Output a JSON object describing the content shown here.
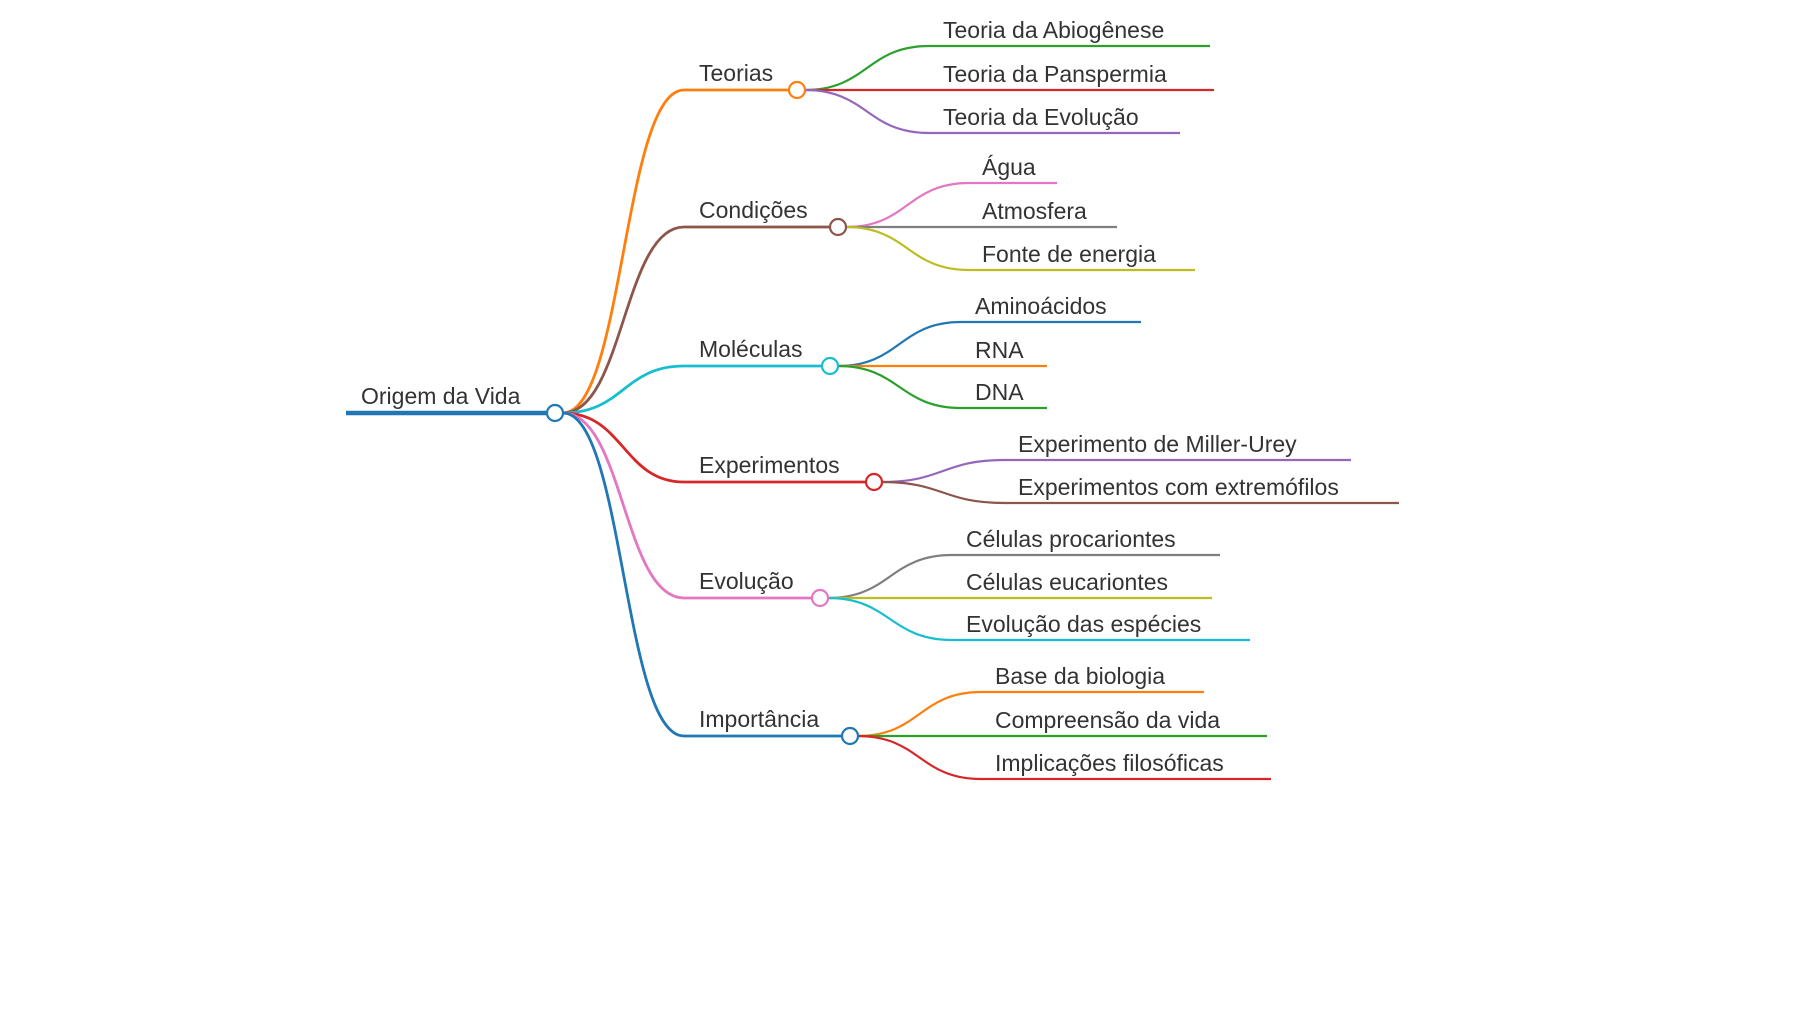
{
  "root": {
    "label": "Origem da Vida",
    "color": "#1f77b4"
  },
  "branches": [
    {
      "label": "Teorias",
      "color": "#ff7f0e",
      "children": [
        {
          "label": "Teoria da Abiogênese",
          "color": "#2ca02c"
        },
        {
          "label": "Teoria da Panspermia",
          "color": "#d62728"
        },
        {
          "label": "Teoria da Evolução",
          "color": "#9467bd"
        }
      ]
    },
    {
      "label": "Condições",
      "color": "#8c564b",
      "children": [
        {
          "label": "Água",
          "color": "#e377c2"
        },
        {
          "label": "Atmosfera",
          "color": "#7f7f7f"
        },
        {
          "label": "Fonte de energia",
          "color": "#bcbd22"
        }
      ]
    },
    {
      "label": "Moléculas",
      "color": "#17becf",
      "children": [
        {
          "label": "Aminoácidos",
          "color": "#1f77b4"
        },
        {
          "label": "RNA",
          "color": "#ff7f0e"
        },
        {
          "label": "DNA",
          "color": "#2ca02c"
        }
      ]
    },
    {
      "label": "Experimentos",
      "color": "#d62728",
      "children": [
        {
          "label": "Experimento de Miller-Urey",
          "color": "#9467bd"
        },
        {
          "label": "Experimentos com extremófilos",
          "color": "#8c564b"
        }
      ]
    },
    {
      "label": "Evolução",
      "color": "#e377c2",
      "children": [
        {
          "label": "Células procariontes",
          "color": "#7f7f7f"
        },
        {
          "label": "Células eucariontes",
          "color": "#bcbd22"
        },
        {
          "label": "Evolução das espécies",
          "color": "#17becf"
        }
      ]
    },
    {
      "label": "Importância",
      "color": "#1f77b4",
      "children": [
        {
          "label": "Base da biologia",
          "color": "#ff7f0e"
        },
        {
          "label": "Compreensão da vida",
          "color": "#2ca02c"
        },
        {
          "label": "Implicações filosóficas",
          "color": "#d62728"
        }
      ]
    }
  ]
}
